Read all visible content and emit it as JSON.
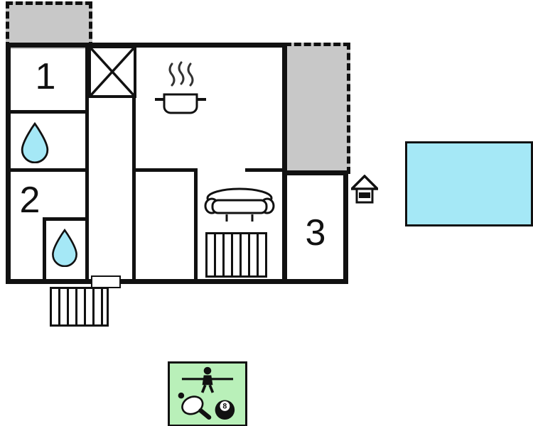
{
  "rooms": [
    {
      "label": "1"
    },
    {
      "label": "2"
    },
    {
      "label": "3"
    }
  ],
  "games": {
    "eight_ball_label": "8"
  },
  "colors": {
    "wall": "#111111",
    "terrace_fill": "#c8c8c8",
    "water_fill": "#a5e8f6",
    "games_fill": "#b9f0b9",
    "background": "#ffffff"
  },
  "icons": [
    "staircase-cross-icon",
    "water-drop-icon",
    "cooking-pot-steam-icon",
    "sofa-icon",
    "radiator-icon",
    "exterior-stairs-icon",
    "well-house-icon",
    "table-tennis-icon",
    "foosball-player-icon",
    "eight-ball-icon"
  ],
  "areas": [
    "terrace-top-left",
    "terrace-top-right",
    "swimming-pool",
    "games-area",
    "hallway",
    "bathroom",
    "shower-room"
  ]
}
